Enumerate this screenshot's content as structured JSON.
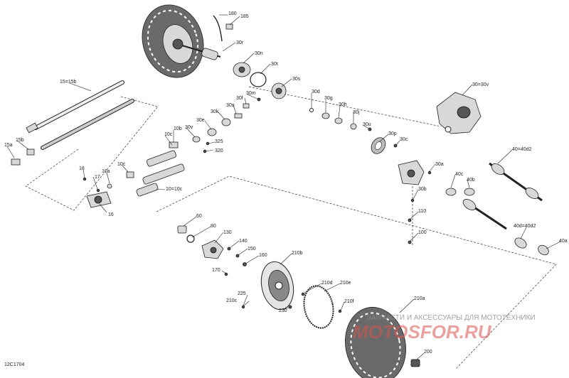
{
  "diagram_code": "12C1704",
  "watermark": {
    "tagline": "ЗАПЧАСТИ И АКСЕССУАРЫ ДЛЯ МОТОТЕХНИКИ",
    "brand": "MOTOSFOR.RU"
  },
  "labels": [
    {
      "id": "180",
      "text": "180"
    },
    {
      "id": "185",
      "text": "185"
    },
    {
      "id": "30r",
      "text": "30r"
    },
    {
      "id": "30n",
      "text": "30n"
    },
    {
      "id": "30t",
      "text": "30t"
    },
    {
      "id": "30s",
      "text": "30s"
    },
    {
      "id": "30m",
      "text": "30m"
    },
    {
      "id": "30f",
      "text": "30f"
    },
    {
      "id": "30q",
      "text": "30q"
    },
    {
      "id": "30d",
      "text": "30d"
    },
    {
      "id": "30g",
      "text": "30g"
    },
    {
      "id": "30h",
      "text": "30h"
    },
    {
      "id": "30j",
      "text": "30j"
    },
    {
      "id": "30k",
      "text": "30k"
    },
    {
      "id": "30e",
      "text": "30e"
    },
    {
      "id": "30v",
      "text": "30v"
    },
    {
      "id": "30u",
      "text": "30u"
    },
    {
      "id": "30p",
      "text": "30p"
    },
    {
      "id": "30c",
      "text": "30c"
    },
    {
      "id": "30a",
      "text": "30a"
    },
    {
      "id": "30b",
      "text": "30b"
    },
    {
      "id": "30eq30v",
      "text": "30=30v"
    },
    {
      "id": "15eq15b",
      "text": "15=15b"
    },
    {
      "id": "15a",
      "text": "15a"
    },
    {
      "id": "15b",
      "text": "15b"
    },
    {
      "id": "10b",
      "text": "10b"
    },
    {
      "id": "10c_top",
      "text": "10c"
    },
    {
      "id": "10c_mid",
      "text": "10c"
    },
    {
      "id": "10a",
      "text": "10a"
    },
    {
      "id": "10eq10c",
      "text": "10=10c"
    },
    {
      "id": "18",
      "text": "18"
    },
    {
      "id": "17",
      "text": "17"
    },
    {
      "id": "16",
      "text": "16"
    },
    {
      "id": "325",
      "text": "325"
    },
    {
      "id": "320",
      "text": "320"
    },
    {
      "id": "40eq40d2_top",
      "text": "40=40d2"
    },
    {
      "id": "40c",
      "text": "40c"
    },
    {
      "id": "40b",
      "text": "40b"
    },
    {
      "id": "40deq40d2",
      "text": "40d=40d2"
    },
    {
      "id": "40a",
      "text": "40a"
    },
    {
      "id": "110",
      "text": "110"
    },
    {
      "id": "100",
      "text": "100"
    },
    {
      "id": "60",
      "text": "60"
    },
    {
      "id": "80",
      "text": "80"
    },
    {
      "id": "130",
      "text": "130"
    },
    {
      "id": "140",
      "text": "140"
    },
    {
      "id": "150",
      "text": "150"
    },
    {
      "id": "160",
      "text": "160"
    },
    {
      "id": "170",
      "text": "170"
    },
    {
      "id": "210b",
      "text": "210b"
    },
    {
      "id": "210d",
      "text": "210d"
    },
    {
      "id": "210e",
      "text": "210e"
    },
    {
      "id": "210f",
      "text": "210f"
    },
    {
      "id": "210a",
      "text": "210a"
    },
    {
      "id": "210c",
      "text": "210c"
    },
    {
      "id": "225",
      "text": "225"
    },
    {
      "id": "230",
      "text": "230"
    },
    {
      "id": "200",
      "text": "200"
    }
  ]
}
